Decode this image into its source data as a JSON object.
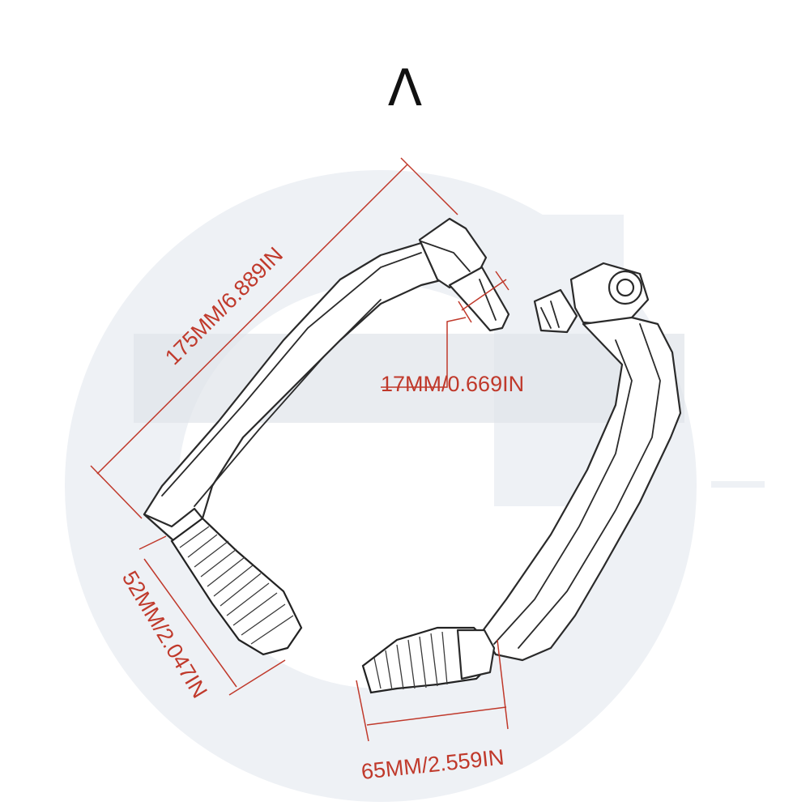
{
  "header": {
    "mark": "Λ"
  },
  "dimensions": {
    "length": "175MM/6.889IN",
    "hole": "17MM/0.669IN",
    "grip_left": "52MM/2.047IN",
    "grip_right": "65MM/2.559IN"
  },
  "colors": {
    "dimension": "#c0392b",
    "outline": "#2a2a2a",
    "watermark": "#eef1f5"
  }
}
